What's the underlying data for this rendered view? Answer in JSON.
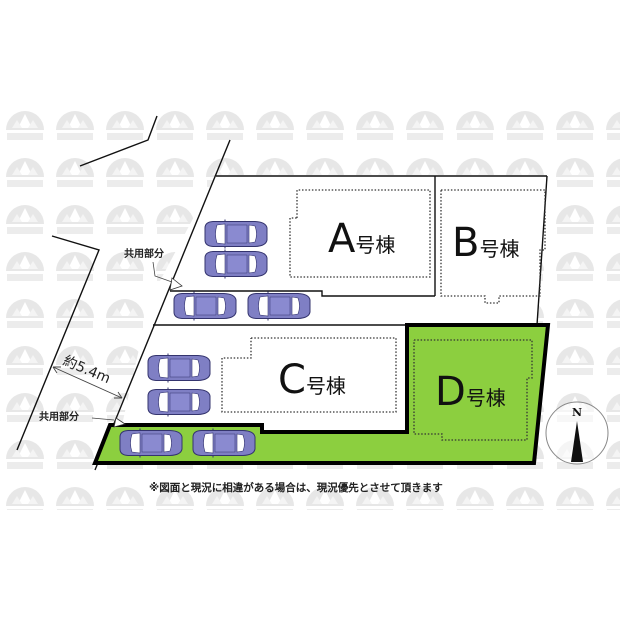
{
  "site_plan": {
    "lots": [
      {
        "id": "A",
        "letter": "A",
        "suffix": "号棟",
        "highlighted": false
      },
      {
        "id": "B",
        "letter": "B",
        "suffix": "号棟",
        "highlighted": false
      },
      {
        "id": "C",
        "letter": "C",
        "suffix": "号棟",
        "highlighted": false
      },
      {
        "id": "D",
        "letter": "D",
        "suffix": "号棟",
        "highlighted": true
      }
    ],
    "shared_area_labels": [
      "共用部分",
      "共用部分"
    ],
    "dimension_label": "約5.4m",
    "compass_label": "N",
    "note": "※図面と現況に相違がある場合は、現況優先とさせて頂きます",
    "parking_spaces": 8
  },
  "colors": {
    "highlight_fill": "#8ccf3f",
    "car_body": "#7f7fc4",
    "car_outline": "#3b3b7a",
    "line": "#111111",
    "watermark": "#e6e6e6"
  }
}
